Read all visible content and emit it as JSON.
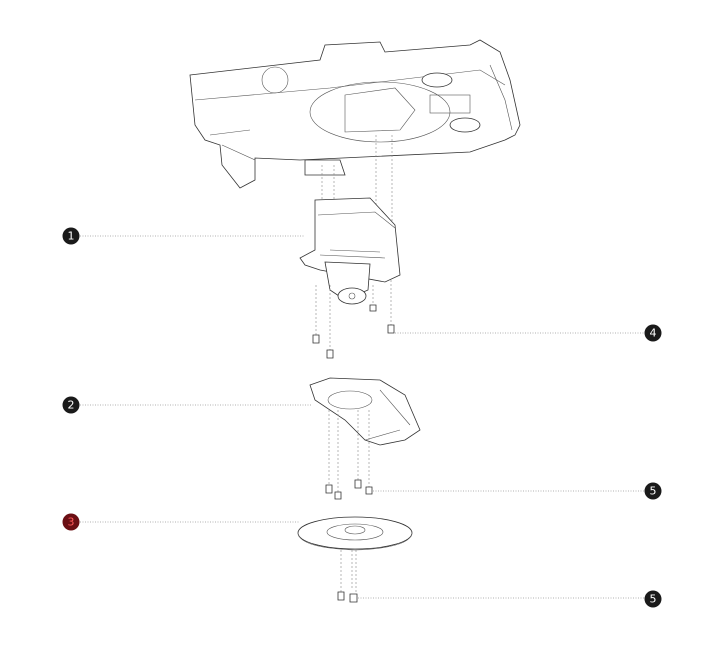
{
  "diagram": {
    "callouts": [
      {
        "label": "1",
        "part": "camera-module"
      },
      {
        "label": "2",
        "part": "mount-bracket"
      },
      {
        "label": "3",
        "part": "base-plate",
        "highlighted": true
      },
      {
        "label": "4",
        "part": "module-screws"
      },
      {
        "label": "5",
        "part": "bracket-screws"
      },
      {
        "label": "5",
        "part": "base-screws"
      }
    ],
    "colors": {
      "callout": "#1a1a1a",
      "highlight": "#6b0f14",
      "line": "#333333"
    }
  }
}
